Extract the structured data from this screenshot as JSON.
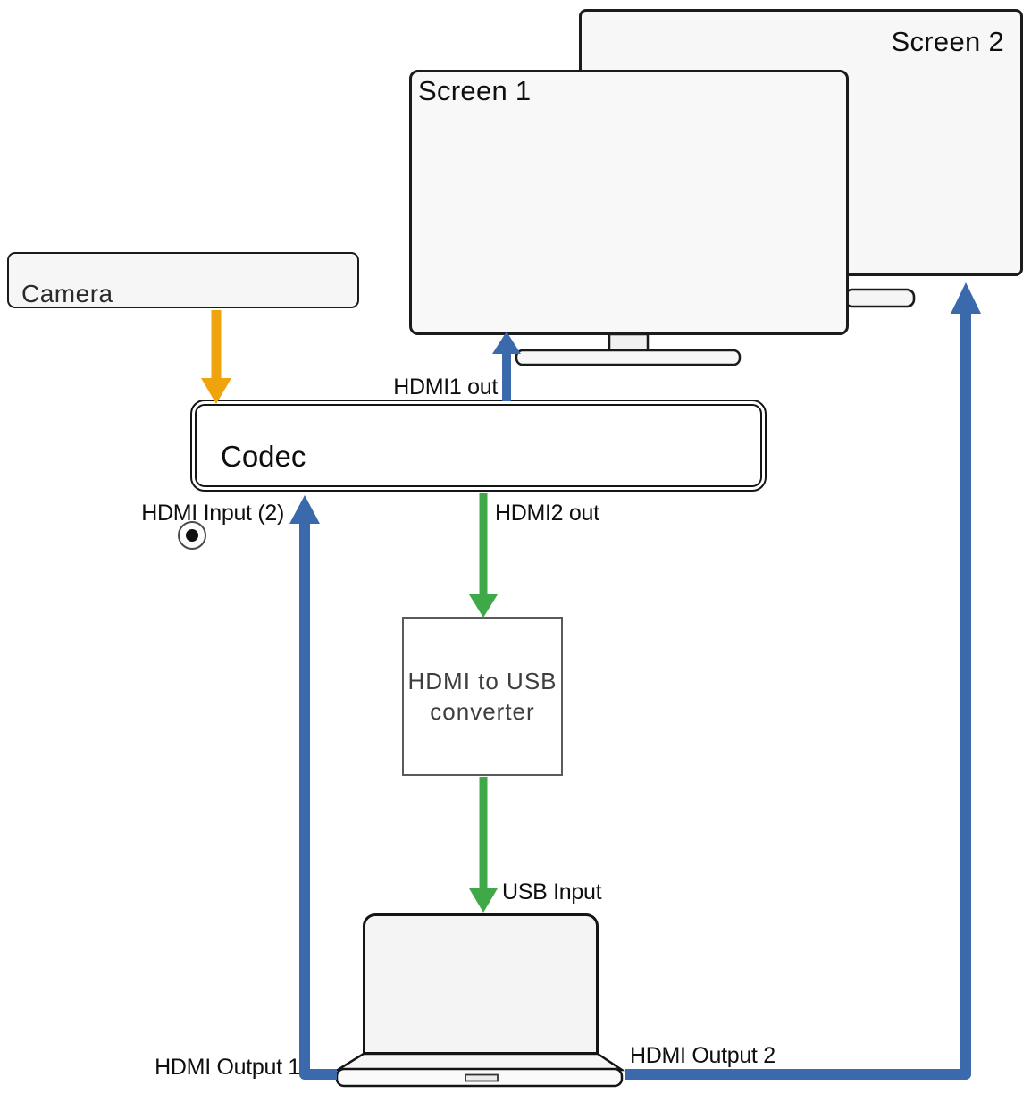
{
  "nodes": {
    "camera": {
      "label": "Camera"
    },
    "codec": {
      "label": "Codec"
    },
    "screen1": {
      "label": "Screen 1"
    },
    "screen2": {
      "label": "Screen 2"
    },
    "converter": {
      "line1": "HDMI to USB",
      "line2": "converter"
    }
  },
  "connections": {
    "camera_to_codec": {
      "color": "#EFA30D"
    },
    "codec_to_screen1": {
      "label": "HDMI1 out",
      "color": "#3A6AAC"
    },
    "codec_to_converter": {
      "label": "HDMI2 out",
      "color": "#3FA847"
    },
    "converter_to_laptop": {
      "label": "USB Input",
      "color": "#3FA847"
    },
    "laptop_to_codec": {
      "input_label": "HDMI Input (2)",
      "output_label": "HDMI Output 1",
      "color": "#3A6AAC"
    },
    "laptop_to_screen2": {
      "label": "HDMI Output 2",
      "color": "#3A6AAC"
    }
  }
}
